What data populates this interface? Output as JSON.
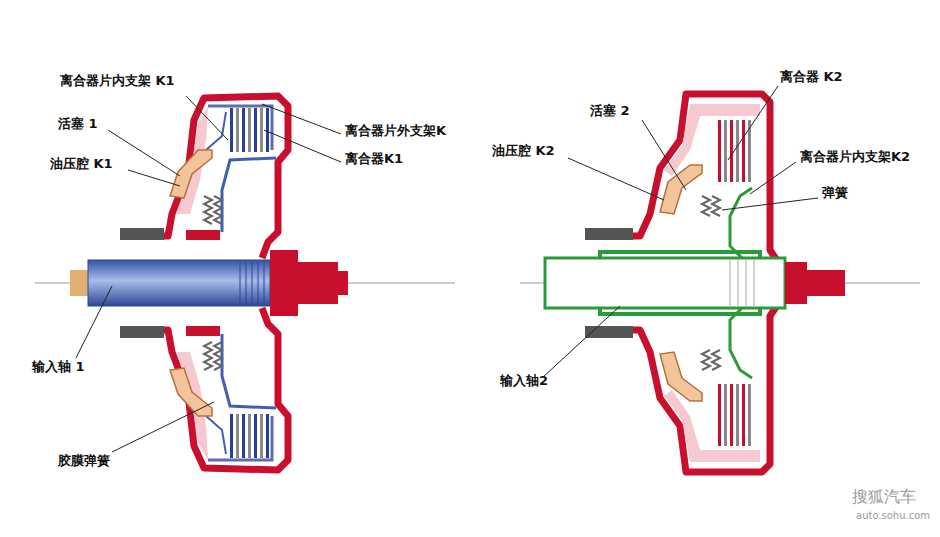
{
  "diagram": {
    "labels": [
      "离合器片内支架 K1",
      "活塞 1",
      "油压腔 K1",
      "离合器片外支架K",
      "离合器K1",
      "输入轴 1",
      "胶膜弹簧",
      "离合器 K2",
      "活塞 2",
      "油压腔 K2",
      "离合器片内支架K2",
      "弹簧",
      "输入轴2",
      "搜狐汽车",
      "auto.sohu.com"
    ]
  }
}
